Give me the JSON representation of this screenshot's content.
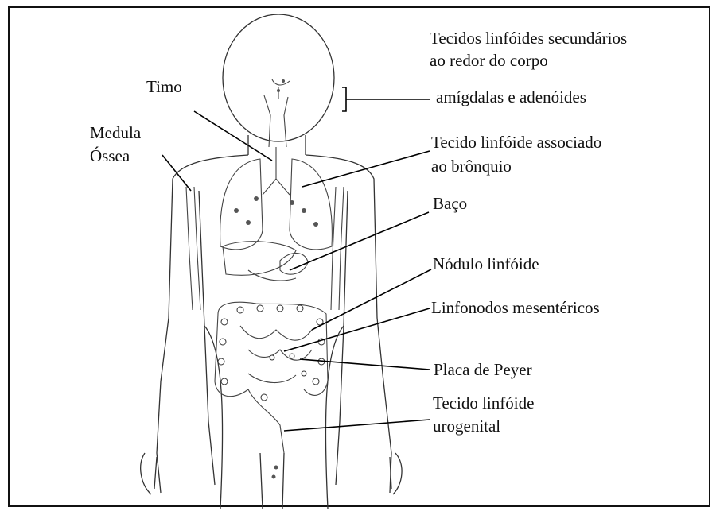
{
  "labels": {
    "secondary_title_line1": "Tecidos linfóides secundários",
    "secondary_title_line2": "ao redor do corpo",
    "timo": "Timo",
    "amigdalas": "amígdalas e adenóides",
    "medula_line1": "Medula",
    "medula_line2": "Óssea",
    "bronquio_line1": "Tecido linfóide associado",
    "bronquio_line2": "ao brônquio",
    "baco": "Baço",
    "nodulo": "Nódulo linfóide",
    "linfonodos": "Linfonodos mesentéricos",
    "peyer": "Placa de Peyer",
    "urogenital_line1": "Tecido linfóide",
    "urogenital_line2": "urogenital"
  }
}
